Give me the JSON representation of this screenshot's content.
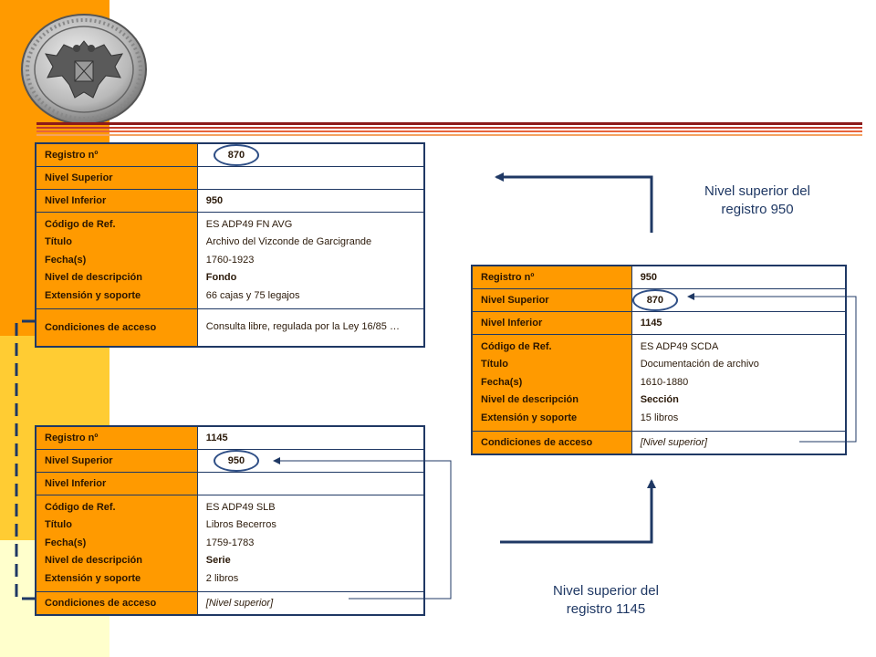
{
  "colors": {
    "orange": "#ff9a00",
    "navy": "#1f3864",
    "rule": "#8b1a1a"
  },
  "seal": {
    "icon": "eagle-seal-icon"
  },
  "records": [
    {
      "rows": [
        {
          "key": "Registro nº",
          "value": "870",
          "circled": true
        },
        {
          "key": "Nivel Superior",
          "value": ""
        },
        {
          "key": "Nivel Inferior",
          "value": "950",
          "bold": true
        },
        {
          "keys": [
            "Código de Ref.",
            "Título",
            "Fecha(s)",
            "Nivel de descripción",
            "Extensión y soporte"
          ],
          "values": [
            "ES ADP49 FN AVG",
            "Archivo del Vizconde de Garcigrande",
            "1760-1923",
            "Fondo",
            "66 cajas y 75 legajos"
          ]
        },
        {
          "key": "Condiciones de acceso",
          "value": "Consulta libre, regulada por la Ley 16/85 …"
        }
      ]
    },
    {
      "rows": [
        {
          "key": "Registro nº",
          "value": "950",
          "bold": true
        },
        {
          "key": "Nivel Superior",
          "value": "870",
          "circled": true
        },
        {
          "key": "Nivel Inferior",
          "value": "1145",
          "bold": true
        },
        {
          "keys": [
            "Código de Ref.",
            "Título",
            "Fecha(s)",
            "Nivel de descripción",
            "Extensión y soporte"
          ],
          "values": [
            "ES ADP49 SCDA",
            "Documentación de archivo",
            "1610-1880",
            "Sección",
            "15 libros"
          ]
        },
        {
          "key": "Condiciones de acceso",
          "value": "[Nivel superior]",
          "italic": true
        }
      ]
    },
    {
      "rows": [
        {
          "key": "Registro nº",
          "value": "1145",
          "bold": true
        },
        {
          "key": "Nivel Superior",
          "value": "950",
          "circled": true
        },
        {
          "key": "Nivel Inferior",
          "value": ""
        },
        {
          "keys": [
            "Código de Ref.",
            "Título",
            "Fecha(s)",
            "Nivel de descripción",
            "Extensión y soporte"
          ],
          "values": [
            "ES ADP49 SLB",
            "Libros Becerros",
            "1759-1783",
            "Serie",
            "2 libros"
          ]
        },
        {
          "key": "Condiciones de acceso",
          "value": "[Nivel superior]",
          "italic": true
        }
      ]
    }
  ],
  "captions": [
    {
      "lines": [
        "Nivel superior del",
        "registro 950"
      ]
    },
    {
      "lines": [
        "Nivel superior del",
        "registro 1145"
      ]
    }
  ]
}
